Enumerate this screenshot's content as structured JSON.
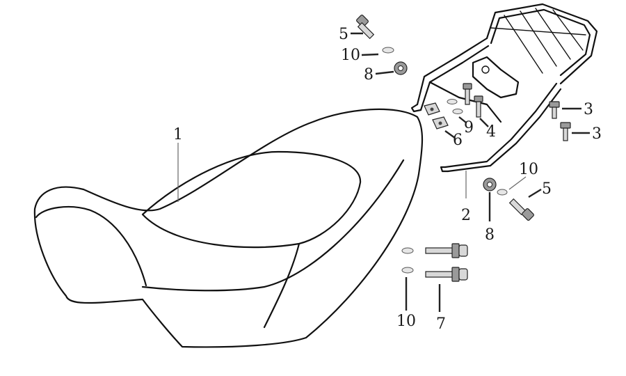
{
  "colors": {
    "line": "#111111",
    "leader": "#222222",
    "metal_light": "#d8d8d8",
    "metal_dark": "#9a9a9a",
    "background": "#ffffff"
  },
  "callouts": {
    "seat": "1",
    "rear_rack": "2",
    "bolt_right_top": "3",
    "bolt_right_bottom": "3",
    "bolt_center": "4",
    "bolt_top_left": "5",
    "bolt_right_mid": "5",
    "nut_clip": "6",
    "bolt_flange_bottom": "7",
    "nut_top": "8",
    "nut_mid": "8",
    "washer_center": "9",
    "washer_top": "10",
    "washer_mid": "10",
    "washer_bottom": "10"
  },
  "icons": {
    "seat": "motorcycle-seat-icon",
    "rack": "rear-rack-icon"
  }
}
